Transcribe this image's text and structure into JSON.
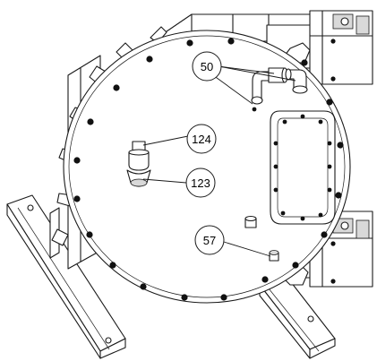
{
  "callouts": [
    {
      "id": "50",
      "label": "50"
    },
    {
      "id": "124",
      "label": "124"
    },
    {
      "id": "123",
      "label": "123"
    },
    {
      "id": "57",
      "label": "57"
    }
  ]
}
